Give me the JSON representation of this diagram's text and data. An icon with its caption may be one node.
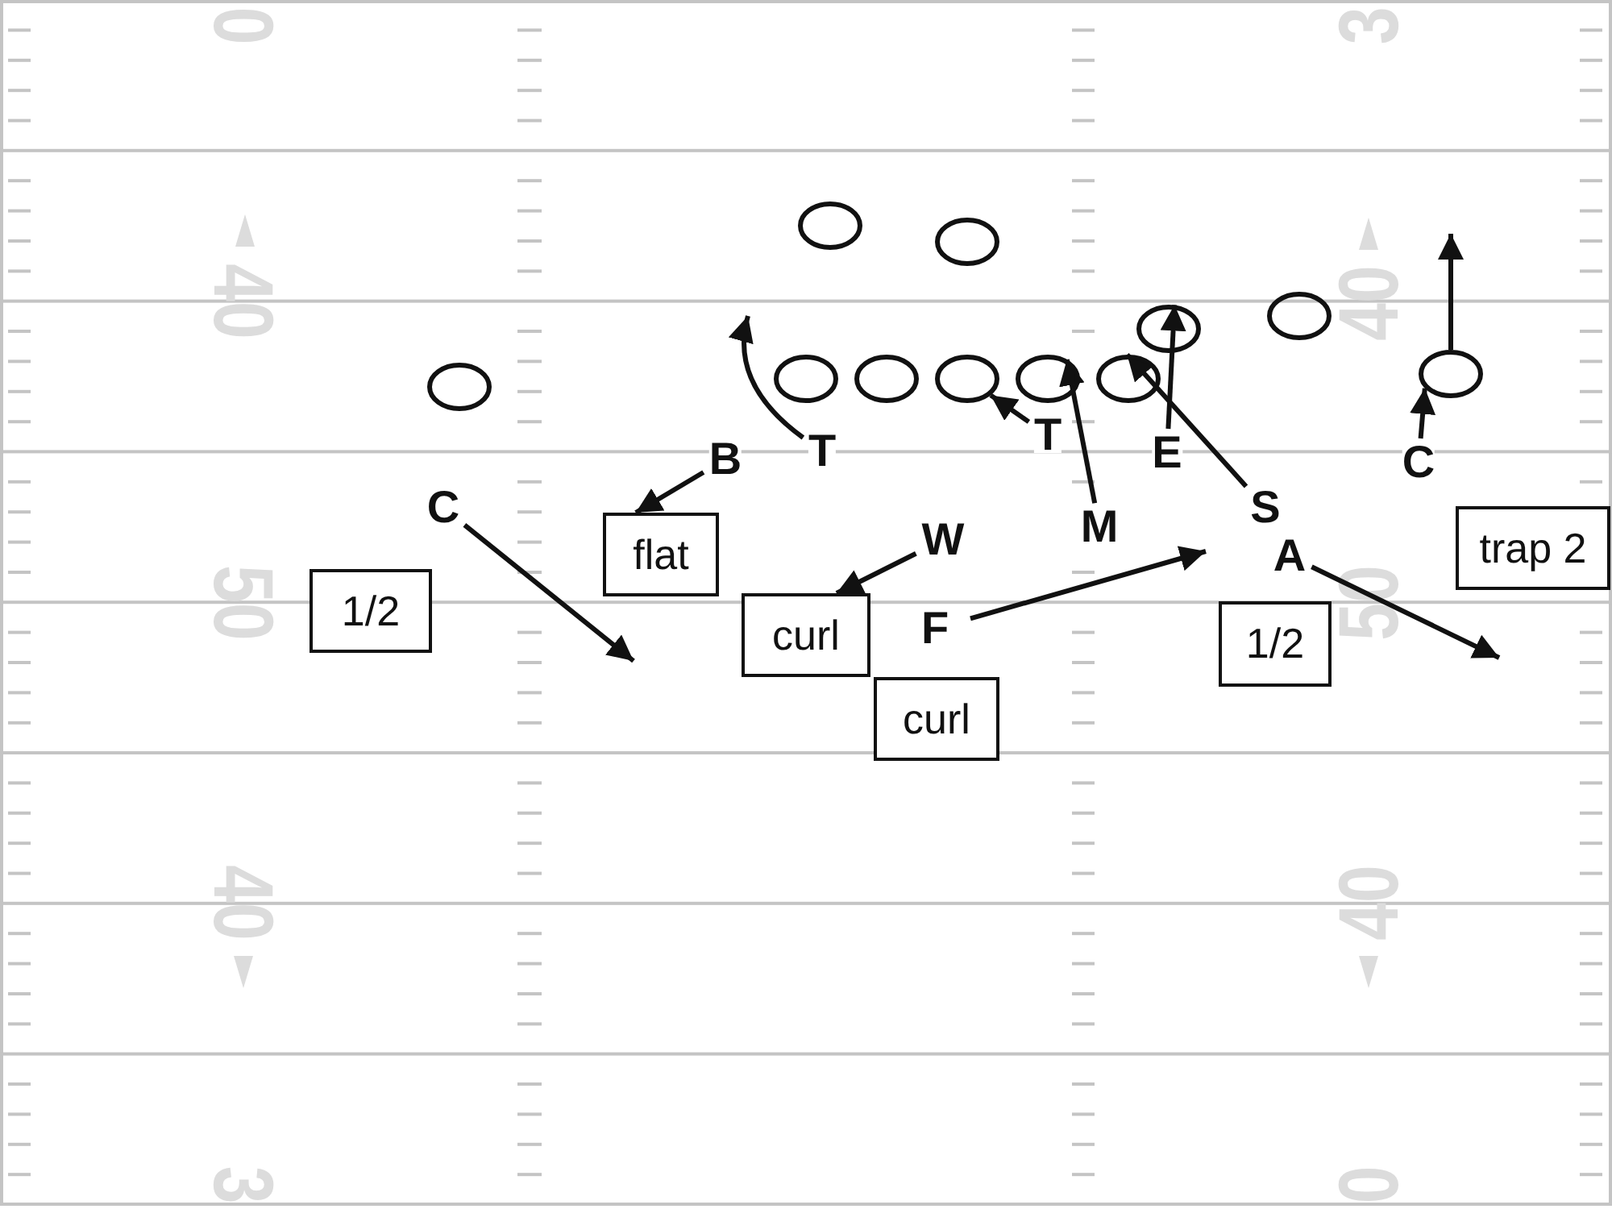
{
  "diagram": {
    "nodes": [
      {
        "text": [],
        "shape": "oval"
      },
      {
        "text": [],
        "shape": "oval"
      },
      {
        "text": [],
        "shape": "oval"
      },
      {
        "text": [],
        "shape": "oval"
      },
      {
        "text": [],
        "shape": "oval"
      },
      {
        "text": [],
        "shape": "oval"
      },
      {
        "text": [],
        "shape": "oval"
      },
      {
        "text": [],
        "shape": "oval"
      },
      {
        "text": [],
        "shape": "oval"
      },
      {
        "text": [],
        "shape": "oval"
      },
      {
        "text": [],
        "shape": "oval"
      },
      {
        "text": [
          "B"
        ]
      },
      {
        "text": [
          "T"
        ]
      },
      {
        "text": [
          "T"
        ]
      },
      {
        "text": [
          "E"
        ]
      },
      {
        "text": [
          "C"
        ]
      },
      {
        "text": [
          "C"
        ]
      },
      {
        "text": [
          "flat"
        ]
      },
      {
        "text": [
          "W"
        ]
      },
      {
        "text": [
          "M"
        ]
      },
      {
        "text": [
          "S"
        ]
      },
      {
        "text": [
          "A"
        ]
      },
      {
        "text": [
          "trap 2"
        ]
      },
      {
        "text": [
          "1/2"
        ]
      },
      {
        "text": [
          "curl"
        ]
      },
      {
        "text": [
          "F"
        ]
      },
      {
        "text": [
          "1/2"
        ]
      },
      {
        "text": [
          "curl"
        ]
      }
    ],
    "edges": [
      {
        "from": 10,
        "to": null,
        "arrow": "to"
      },
      {
        "from": 11,
        "to": 17,
        "arrow": "to"
      },
      {
        "from": 12,
        "to": null,
        "arrow": "to"
      },
      {
        "from": 13,
        "to": 7,
        "arrow": "to"
      },
      {
        "from": 14,
        "to": 3,
        "arrow": "to"
      },
      {
        "from": 15,
        "to": 10,
        "arrow": "to"
      },
      {
        "from": 16,
        "to": null,
        "arrow": "to"
      },
      {
        "from": 18,
        "to": 24,
        "arrow": "to"
      },
      {
        "from": 19,
        "to": 8,
        "arrow": "to"
      },
      {
        "from": 20,
        "to": 9,
        "arrow": "to"
      },
      {
        "from": 21,
        "to": null,
        "arrow": "to"
      },
      {
        "from": 25,
        "to": null,
        "arrow": "to"
      }
    ],
    "labels": [
      "0",
      "3",
      "40",
      "40",
      "50",
      "50",
      "40",
      "40",
      "3",
      "0"
    ]
  }
}
